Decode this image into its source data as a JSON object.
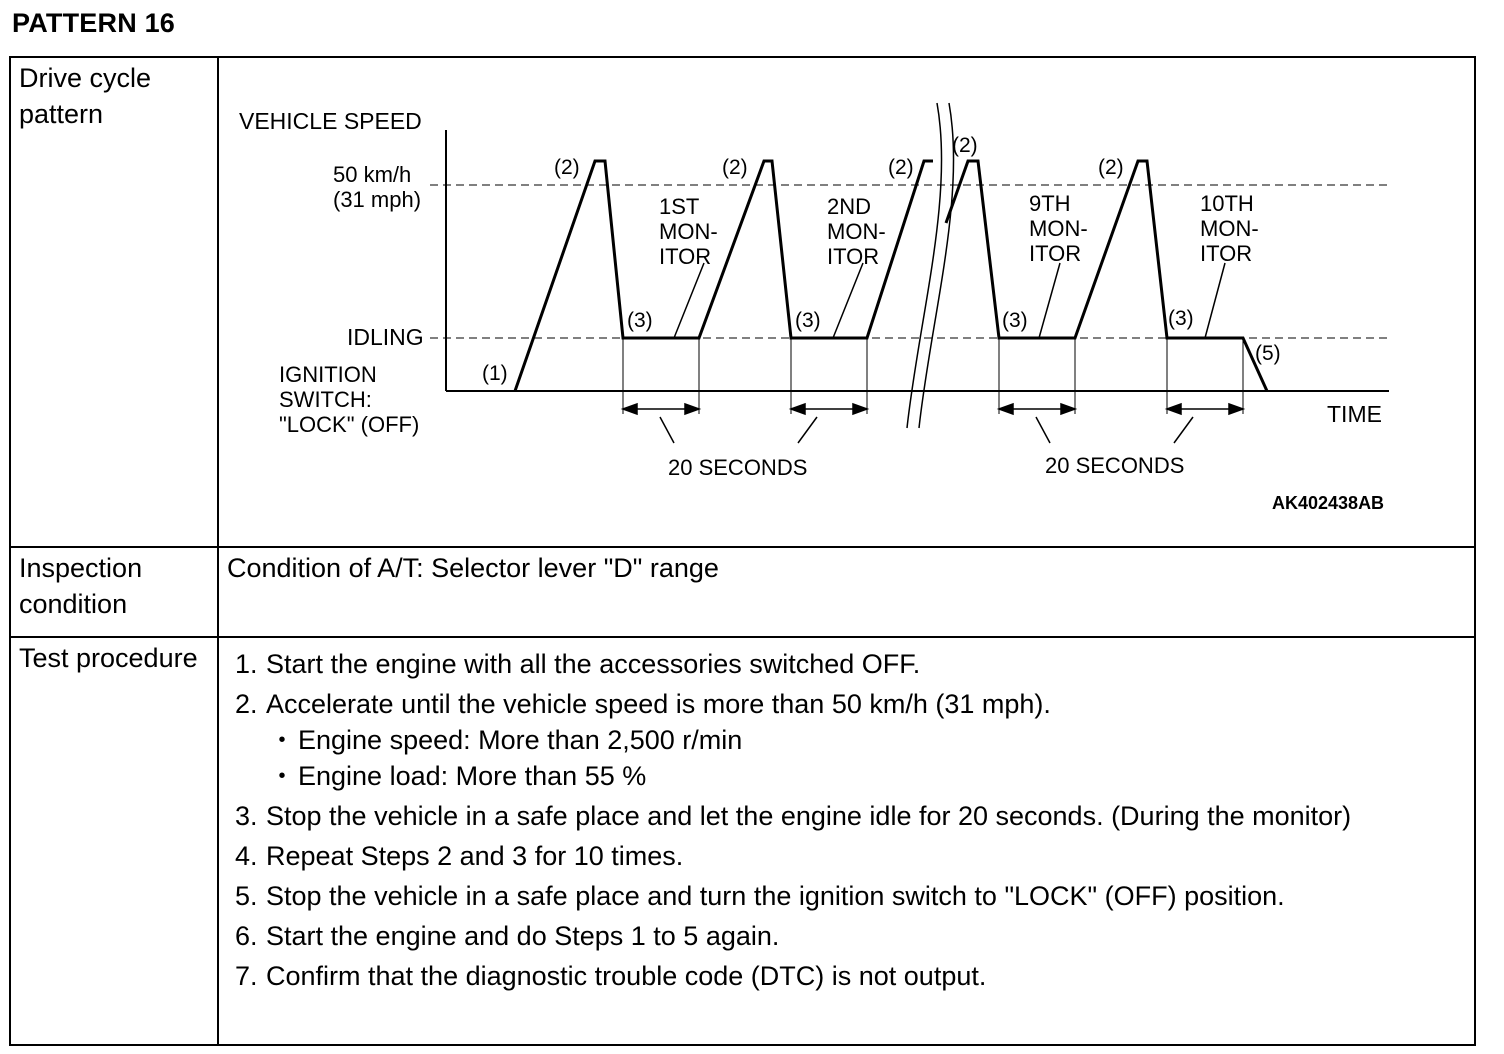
{
  "title": "PATTERN 16",
  "rows": {
    "drive_cycle_label": "Drive cycle pattern",
    "inspection_label": "Inspection condition",
    "procedure_label": "Test procedure"
  },
  "inspection_condition": "Condition of A/T: Selector lever \"D\" range",
  "diagram": {
    "y_axis_label": "VEHICLE SPEED",
    "x_axis_label": "TIME",
    "speed_line_1": "50 km/h",
    "speed_line_2": "(31 mph)",
    "idling_label": "IDLING",
    "ignition_1": "IGNITION",
    "ignition_2": "SWITCH:",
    "ignition_3": "\"LOCK\" (OFF)",
    "step_1": "(1)",
    "step_2": "(2)",
    "step_3": "(3)",
    "step_5": "(5)",
    "monitor_1": [
      "1ST",
      "MON-",
      "ITOR"
    ],
    "monitor_2": [
      "2ND",
      "MON-",
      "ITOR"
    ],
    "monitor_9": [
      "9TH",
      "MON-",
      "ITOR"
    ],
    "monitor_10": [
      "10TH",
      "MON-",
      "ITOR"
    ],
    "seconds_label": "20 SECONDS",
    "figure_id": "AK402438AB"
  },
  "procedure": {
    "steps": [
      {
        "num": "1.",
        "text": "Start the engine with all the accessories switched OFF."
      },
      {
        "num": "2.",
        "text": "Accelerate until the vehicle speed is more than 50 km/h (31 mph).",
        "bullets": [
          "Engine speed: More than 2,500 r/min",
          "Engine load: More than 55 %"
        ]
      },
      {
        "num": "3.",
        "text": "Stop the vehicle in a safe place and let the engine idle for 20 seconds. (During the monitor)"
      },
      {
        "num": "4.",
        "text": "Repeat Steps 2 and 3 for 10 times."
      },
      {
        "num": "5.",
        "text": "Stop the vehicle in a safe place and turn the ignition switch to \"LOCK\" (OFF) position."
      },
      {
        "num": "6.",
        "text": "Start the engine and do Steps 1 to 5 again."
      },
      {
        "num": "7.",
        "text": "Confirm that the diagnostic trouble code (DTC) is not output."
      }
    ],
    "bullet_glyph": "•"
  }
}
